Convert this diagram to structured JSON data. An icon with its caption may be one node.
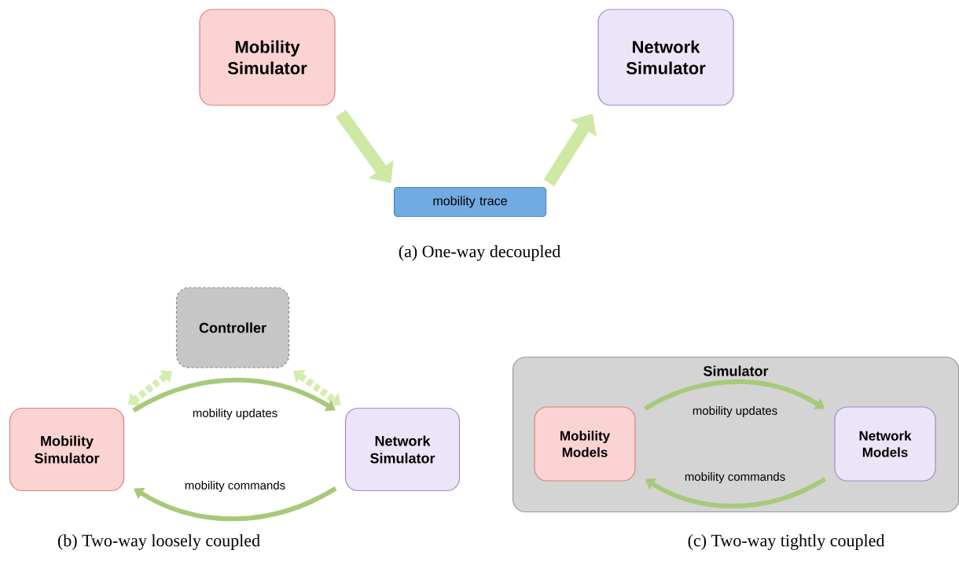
{
  "diagram": {
    "nodes": [
      {
        "text": [
          "Mobility Simulator"
        ]
      },
      {
        "text": [
          "Network Simulator"
        ]
      },
      {
        "text": [
          "mobility trace"
        ]
      },
      {
        "text": [
          "Controller"
        ]
      },
      {
        "text": [
          "Mobility Simulator"
        ]
      },
      {
        "text": [
          "Network Simulator"
        ]
      },
      {
        "text": [
          "Simulator"
        ]
      },
      {
        "text": [
          "Mobility Models"
        ],
        "in": 6
      },
      {
        "text": [
          "Network Models"
        ],
        "in": 6
      }
    ],
    "edges": [
      {
        "from": 0,
        "to": 2,
        "arrow": "to",
        "style": "thick"
      },
      {
        "from": 2,
        "to": 1,
        "arrow": "to",
        "style": "thick"
      },
      {
        "from": 3,
        "to": 4,
        "arrow": "both",
        "style": "dashed"
      },
      {
        "from": 3,
        "to": 5,
        "arrow": "both",
        "style": "dashed"
      },
      {
        "from": 4,
        "to": 5,
        "arrow": "to",
        "label": "mobility updates"
      },
      {
        "from": 5,
        "to": 4,
        "arrow": "to",
        "label": "mobility commands"
      },
      {
        "from": 7,
        "to": 8,
        "arrow": "to",
        "label": "mobility updates"
      },
      {
        "from": 8,
        "to": 7,
        "arrow": "to",
        "label": "mobility commands"
      }
    ],
    "labels": [
      "(a) One-way decoupled",
      "(b) Two-way loosely coupled",
      "(c) Two-way tightly coupled"
    ]
  }
}
